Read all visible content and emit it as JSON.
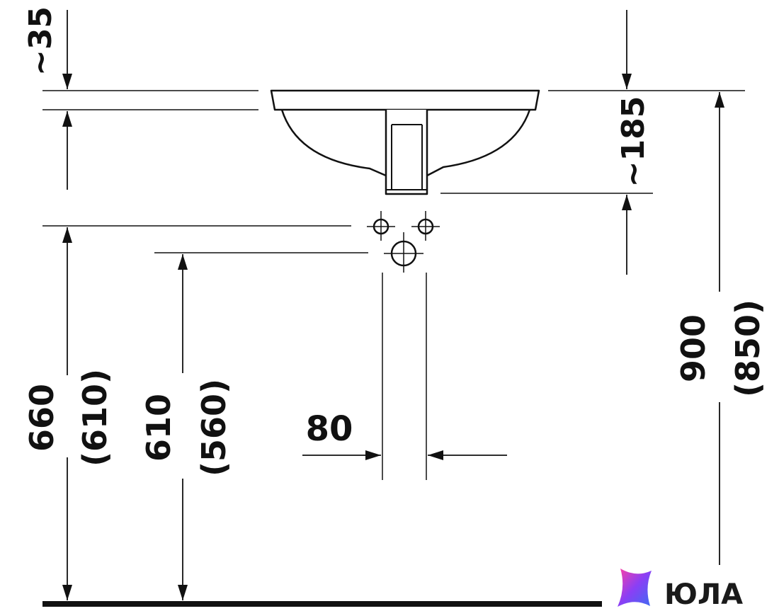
{
  "dimensions": {
    "top_lip": "~35",
    "basin_depth": "~185",
    "total_height": "900",
    "total_height_alt": "(850)",
    "tap_height": "660",
    "tap_height_alt": "(610)",
    "waste_height": "610",
    "waste_height_alt": "(560)",
    "waste_width": "80"
  },
  "brand": {
    "name": "ЮЛА"
  },
  "colors": {
    "line": "#111111",
    "logo_blue": "#3d6cf2",
    "logo_pink": "#ff3fa4",
    "logo_purple": "#8a3ff5"
  }
}
